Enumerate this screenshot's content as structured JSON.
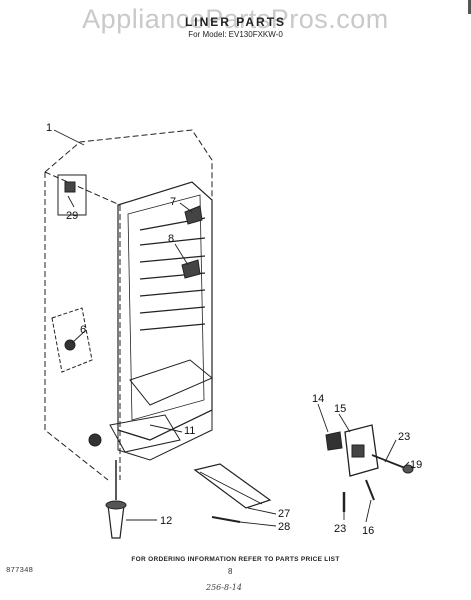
{
  "watermark": "AppliancePartsPros.com",
  "title": "LINER PARTS",
  "model": "For Model: EV130FXKW-0",
  "callouts": [
    "1",
    "29",
    "7",
    "8",
    "6",
    "11",
    "12",
    "14",
    "15",
    "23",
    "19",
    "23",
    "16",
    "27",
    "28"
  ],
  "footer": "FOR ORDERING INFORMATION REFER TO PARTS PRICE LIST",
  "drawing_code": "877348",
  "page_number": "8",
  "handwritten_date": "256-8-14"
}
